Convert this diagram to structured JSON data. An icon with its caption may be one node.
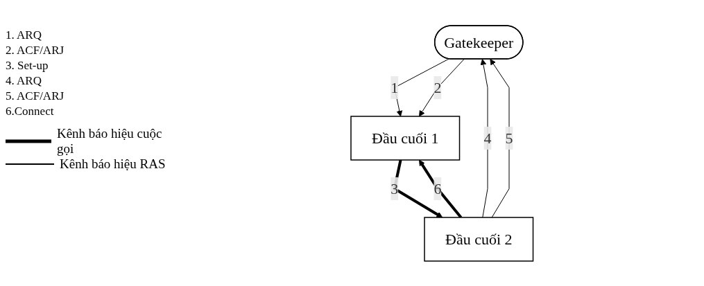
{
  "diagram": {
    "nodes": [
      {
        "text": [
          "Gatekeeper"
        ]
      },
      {
        "text": [
          "Đầu cuối 1"
        ]
      },
      {
        "text": [
          "Đầu cuối 2"
        ]
      }
    ],
    "edges": [
      {
        "from": 0,
        "to": 1,
        "arrow": "to",
        "label": "1"
      },
      {
        "from": 0,
        "to": 1,
        "arrow": "to",
        "label": "2"
      },
      {
        "from": 1,
        "to": 2,
        "arrow": "to",
        "label": "3",
        "style": "thick"
      },
      {
        "from": 2,
        "to": 0,
        "arrow": "to",
        "label": "4"
      },
      {
        "from": 2,
        "to": 0,
        "arrow": "to",
        "label": "5"
      },
      {
        "from": 2,
        "to": 1,
        "arrow": "to",
        "label": "6",
        "style": "thick"
      }
    ],
    "labels": [
      "1. ARQ",
      "2. ACF/ARJ",
      "3. Set-up",
      "4. ARQ",
      "5. ACF/ARJ",
      "6.Connect"
    ],
    "legend": [
      {
        "text": "Kênh báo hiệu cuộc gọi"
      },
      {
        "text": "Kênh báo hiệu RAS"
      }
    ]
  }
}
